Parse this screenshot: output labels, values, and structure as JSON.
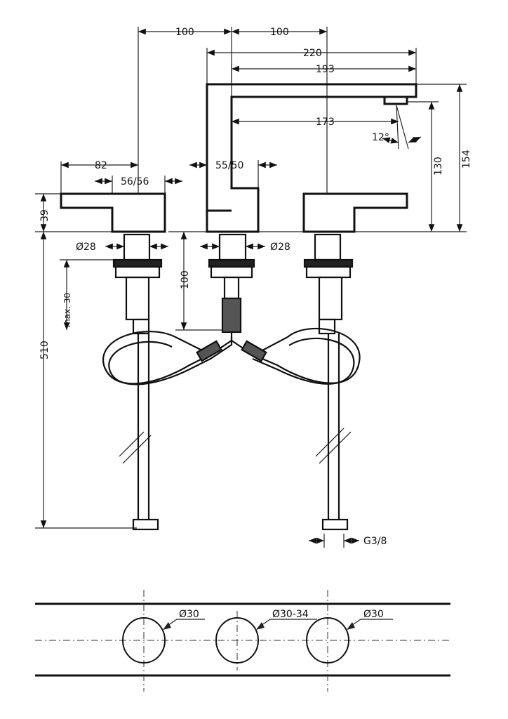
{
  "title": "Three-hole basin mixer dimension drawing",
  "dimensions": {
    "handle_spacing_left": "100",
    "handle_spacing_right": "100",
    "spout_total": "220",
    "spout_reach": "193",
    "spout_projection": "173",
    "angle": "12°",
    "spout_height_total": "154",
    "spout_outlet_height": "130",
    "handle_length": "82",
    "handle_width": "56/56",
    "spout_width": "55/50",
    "handle_height": "39",
    "stem_left": "Ø28",
    "stem_right": "Ø28",
    "max_thickness": "max. 30",
    "hose_length": "510",
    "shank_length": "100",
    "connection": "G3/8"
  },
  "holes": [
    {
      "label": "Ø30"
    },
    {
      "label": "Ø30-34"
    },
    {
      "label": "Ø30"
    }
  ]
}
